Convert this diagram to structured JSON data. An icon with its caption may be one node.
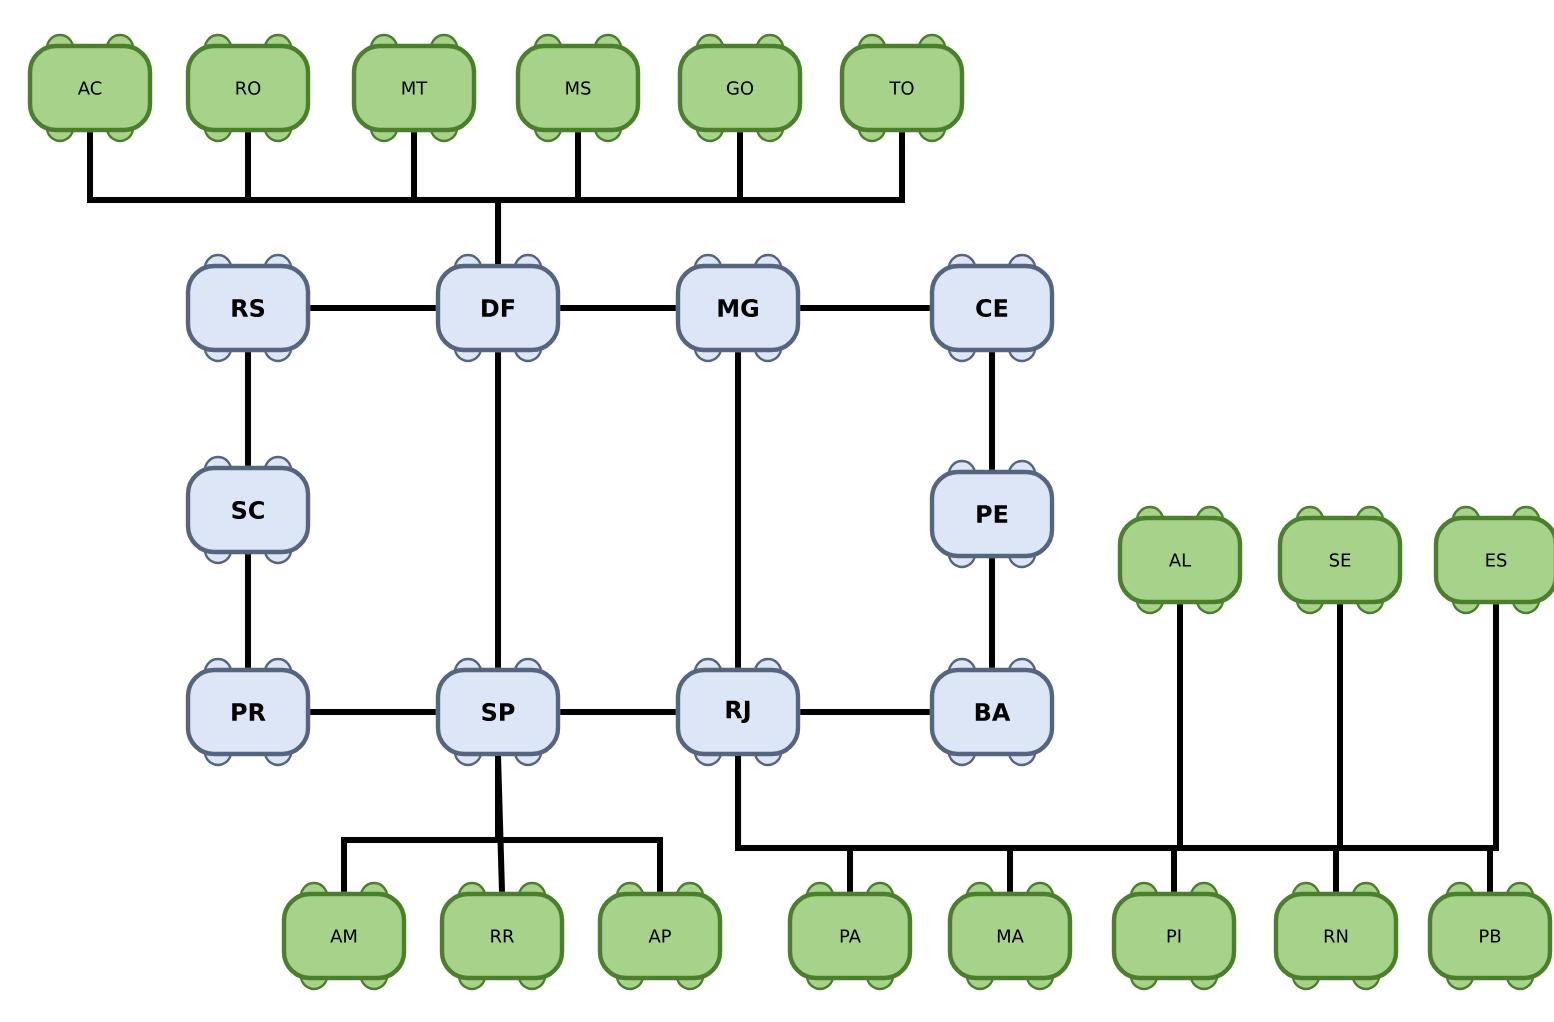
{
  "diagram": {
    "nodes": [
      {
        "text": [
          "AC"
        ]
      },
      {
        "text": [
          "RO"
        ]
      },
      {
        "text": [
          "MT"
        ]
      },
      {
        "text": [
          "MS"
        ]
      },
      {
        "text": [
          "GO"
        ]
      },
      {
        "text": [
          "TO"
        ]
      },
      {
        "text": [
          "RS"
        ]
      },
      {
        "text": [
          "DF"
        ]
      },
      {
        "text": [
          "MG"
        ]
      },
      {
        "text": [
          "CE"
        ]
      },
      {
        "text": [
          "SC"
        ]
      },
      {
        "text": [
          "PE"
        ]
      },
      {
        "text": [
          "PR"
        ]
      },
      {
        "text": [
          "SP"
        ]
      },
      {
        "text": [
          "RJ"
        ]
      },
      {
        "text": [
          "BA"
        ]
      },
      {
        "text": [
          "AL"
        ]
      },
      {
        "text": [
          "SE"
        ]
      },
      {
        "text": [
          "ES"
        ]
      },
      {
        "text": [
          "AM"
        ]
      },
      {
        "text": [
          "RR"
        ]
      },
      {
        "text": [
          "AP"
        ]
      },
      {
        "text": [
          "PA"
        ]
      },
      {
        "text": [
          "MA"
        ]
      },
      {
        "text": [
          "PI"
        ]
      },
      {
        "text": [
          "RN"
        ]
      },
      {
        "text": [
          "PB"
        ]
      }
    ],
    "edges": [
      {
        "from": 7,
        "to": 0,
        "arrow": "none"
      },
      {
        "from": 7,
        "to": 1,
        "arrow": "none"
      },
      {
        "from": 7,
        "to": 2,
        "arrow": "none"
      },
      {
        "from": 7,
        "to": 3,
        "arrow": "none"
      },
      {
        "from": 7,
        "to": 4,
        "arrow": "none"
      },
      {
        "from": 7,
        "to": 5,
        "arrow": "none"
      },
      {
        "from": 6,
        "to": 7,
        "arrow": "none"
      },
      {
        "from": 7,
        "to": 8,
        "arrow": "none"
      },
      {
        "from": 8,
        "to": 9,
        "arrow": "none"
      },
      {
        "from": 6,
        "to": 10,
        "arrow": "none"
      },
      {
        "from": 10,
        "to": 12,
        "arrow": "none"
      },
      {
        "from": 7,
        "to": 13,
        "arrow": "none"
      },
      {
        "from": 8,
        "to": 14,
        "arrow": "none"
      },
      {
        "from": 9,
        "to": 11,
        "arrow": "none"
      },
      {
        "from": 11,
        "to": 15,
        "arrow": "none"
      },
      {
        "from": 12,
        "to": 13,
        "arrow": "none"
      },
      {
        "from": 13,
        "to": 14,
        "arrow": "none"
      },
      {
        "from": 14,
        "to": 15,
        "arrow": "none"
      },
      {
        "from": 13,
        "to": 19,
        "arrow": "none"
      },
      {
        "from": 13,
        "to": 20,
        "arrow": "none"
      },
      {
        "from": 13,
        "to": 21,
        "arrow": "none"
      },
      {
        "from": 14,
        "to": 16,
        "arrow": "none"
      },
      {
        "from": 14,
        "to": 17,
        "arrow": "none"
      },
      {
        "from": 14,
        "to": 18,
        "arrow": "none"
      },
      {
        "from": 14,
        "to": 22,
        "arrow": "none"
      },
      {
        "from": 14,
        "to": 23,
        "arrow": "none"
      },
      {
        "from": 14,
        "to": 24,
        "arrow": "none"
      },
      {
        "from": 14,
        "to": 25,
        "arrow": "none"
      },
      {
        "from": 14,
        "to": 26,
        "arrow": "none"
      }
    ]
  }
}
